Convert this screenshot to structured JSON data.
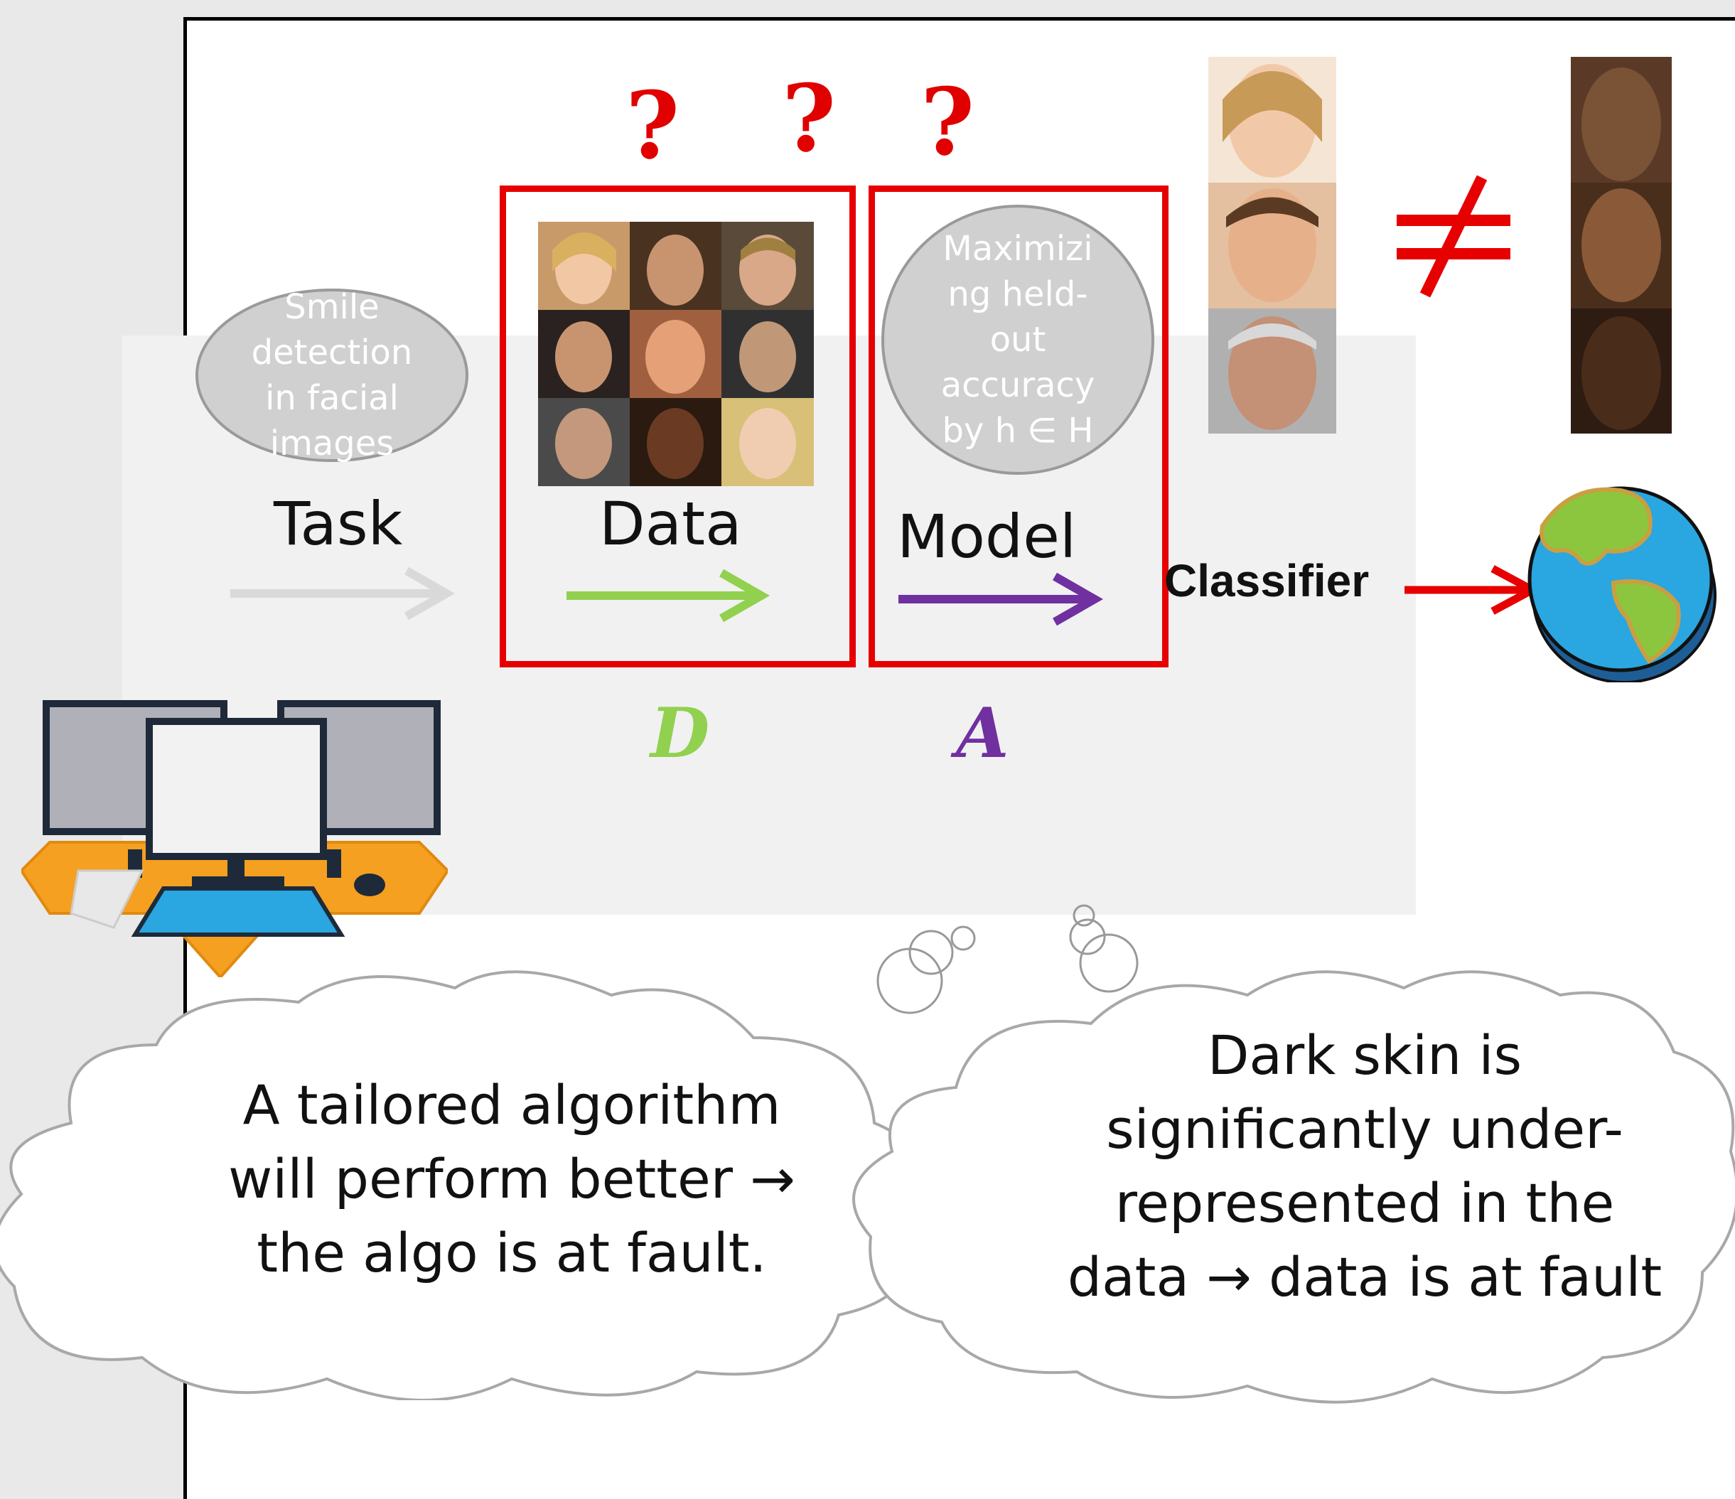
{
  "pipeline": {
    "task_ellipse_lines": [
      "Smile",
      "detection",
      "in facial",
      "images"
    ],
    "task_label": "Task",
    "data_label": "Data",
    "model_ellipse_lines": [
      "Maximizi",
      "ng held-",
      "out",
      "accuracy",
      "by h ∈ H"
    ],
    "model_label": "Model",
    "classifier_label": "Classifier",
    "data_symbol": "D",
    "algo_symbol": "A",
    "question_marks": [
      "?",
      "?",
      "?"
    ],
    "not_equal_symbol": "≠"
  },
  "colors": {
    "red": "#e60000",
    "green": "#92d050",
    "purple": "#7030a0",
    "gray_arrow": "#d9d9d9",
    "ellipse_fill": "#d0d0d0",
    "ellipse_stroke": "#9a9a9a"
  },
  "icons": [
    "computer-workstation-icon",
    "globe-icon"
  ],
  "thought_clouds": {
    "left_lines": [
      "A tailored algorithm",
      "will perform better →",
      "the algo is at fault."
    ],
    "right_lines": [
      "Dark skin is",
      "significantly under-",
      "represented in the",
      "data → data is at fault"
    ]
  }
}
